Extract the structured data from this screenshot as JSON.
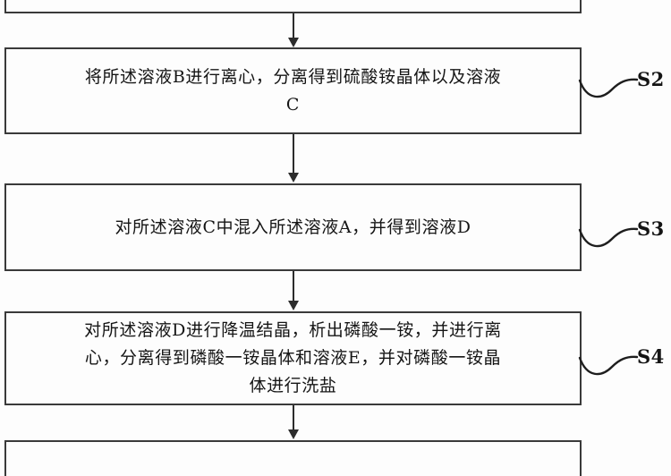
{
  "diagram": {
    "title": "Process flow diagram",
    "type": "patent-flowchart",
    "background_color": "#fdfdfd",
    "line_color": "#3a3a3a",
    "text_color": "#151515"
  },
  "nodes": [
    {
      "id": "node-top-partial",
      "step_label": "",
      "text": "",
      "clipped": "top"
    },
    {
      "id": "node-s2",
      "step_label": "S2",
      "text": "将所述溶液B进行离心，分离得到硫酸铵晶体以及溶液\nC",
      "clipped": "none"
    },
    {
      "id": "node-s3",
      "step_label": "S3",
      "text": "对所述溶液C中混入所述溶液A，并得到溶液D",
      "clipped": "none"
    },
    {
      "id": "node-s4",
      "step_label": "S4",
      "text": "对所述溶液D进行降温结晶，析出磷酸一铵，并进行离\n心，分离得到磷酸一铵晶体和溶液E，并对磷酸一铵晶\n体进行洗盐",
      "clipped": "none"
    },
    {
      "id": "node-bottom-partial",
      "step_label": "",
      "text": "",
      "clipped": "bottom"
    }
  ],
  "connectors": [
    {
      "id": "arrow-1",
      "from": "node-top-partial",
      "to": "node-s2"
    },
    {
      "id": "arrow-2",
      "from": "node-s2",
      "to": "node-s3"
    },
    {
      "id": "arrow-3",
      "from": "node-s3",
      "to": "node-s4"
    },
    {
      "id": "arrow-4",
      "from": "node-s4",
      "to": "node-bottom-partial"
    }
  ]
}
